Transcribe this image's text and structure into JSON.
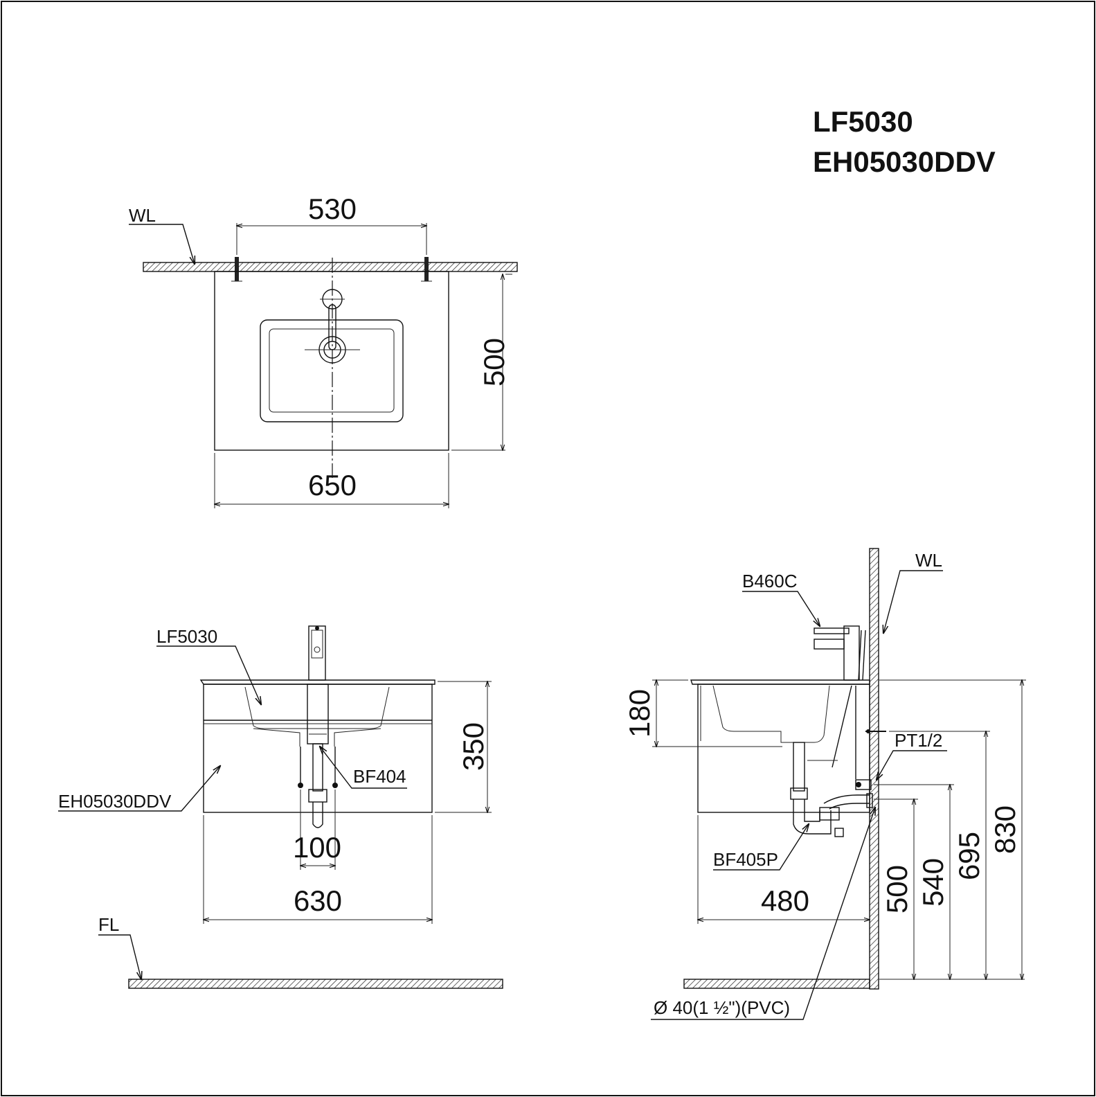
{
  "title": {
    "line1": "LF5030",
    "line2": "EH05030DDV"
  },
  "top_view": {
    "wall_label": "WL",
    "dim_anchor_spacing": "530",
    "dim_depth": "500",
    "dim_width": "650"
  },
  "front_view": {
    "basin_label": "LF5030",
    "cabinet_label": "EH05030DDV",
    "drain_label": "BF404",
    "floor_label": "FL",
    "dim_cabinet_height": "350",
    "dim_drain_spacing": "100",
    "dim_cabinet_width": "630"
  },
  "side_view": {
    "faucet_label": "B460C",
    "wall_label": "WL",
    "supply_label": "PT1/2",
    "trap_label": "BF405P",
    "pipe_label": "Ø  40(1 ½\")(PVC)",
    "dim_basin_height": "180",
    "dim_depth": "480",
    "dim_500": "500",
    "dim_540": "540",
    "dim_695": "695",
    "dim_830": "830"
  }
}
